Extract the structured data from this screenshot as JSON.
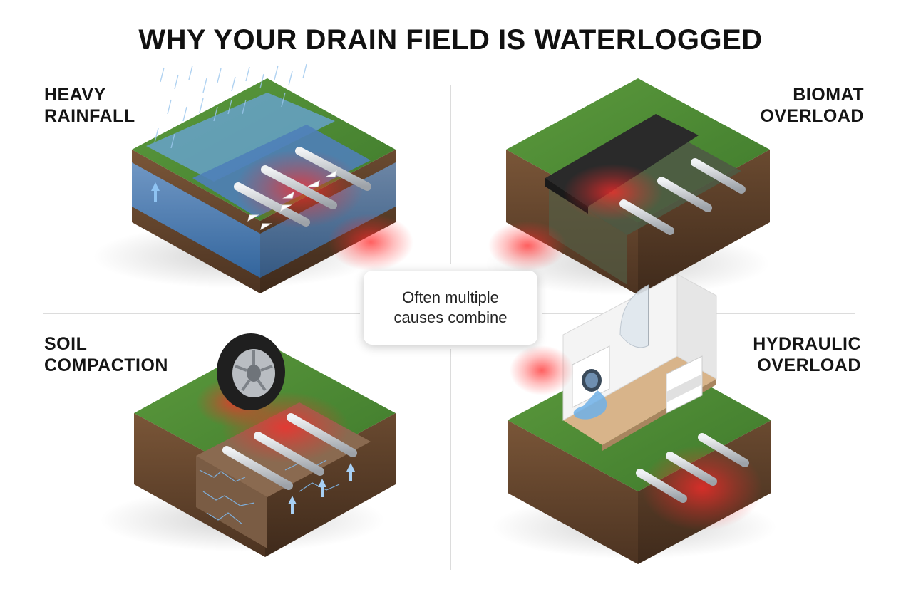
{
  "title": "WHY YOUR DRAIN FIELD IS WATERLOGGED",
  "panels": {
    "heavy_rainfall": {
      "line1": "HEAVY",
      "line2": "RAINFALL"
    },
    "biomat_overload": {
      "line1": "BIOMAT",
      "line2": "OVERLOAD"
    },
    "soil_compaction": {
      "line1": "SOIL",
      "line2": "COMPACTION"
    },
    "hydraulic_overload": {
      "line1": "HYDRAULIC",
      "line2": "OVERLOAD"
    }
  },
  "center_note": {
    "line1": "Often multiple",
    "line2": "causes combine"
  },
  "colors": {
    "grass": "#4f8a36",
    "soil": "#6b4a30",
    "soil_dark": "#4a3220",
    "water": "#4f86c6",
    "biomat": "#2b2b2b",
    "pipe": "#c9ccd1",
    "stress_glow": "#ff2a2a"
  }
}
